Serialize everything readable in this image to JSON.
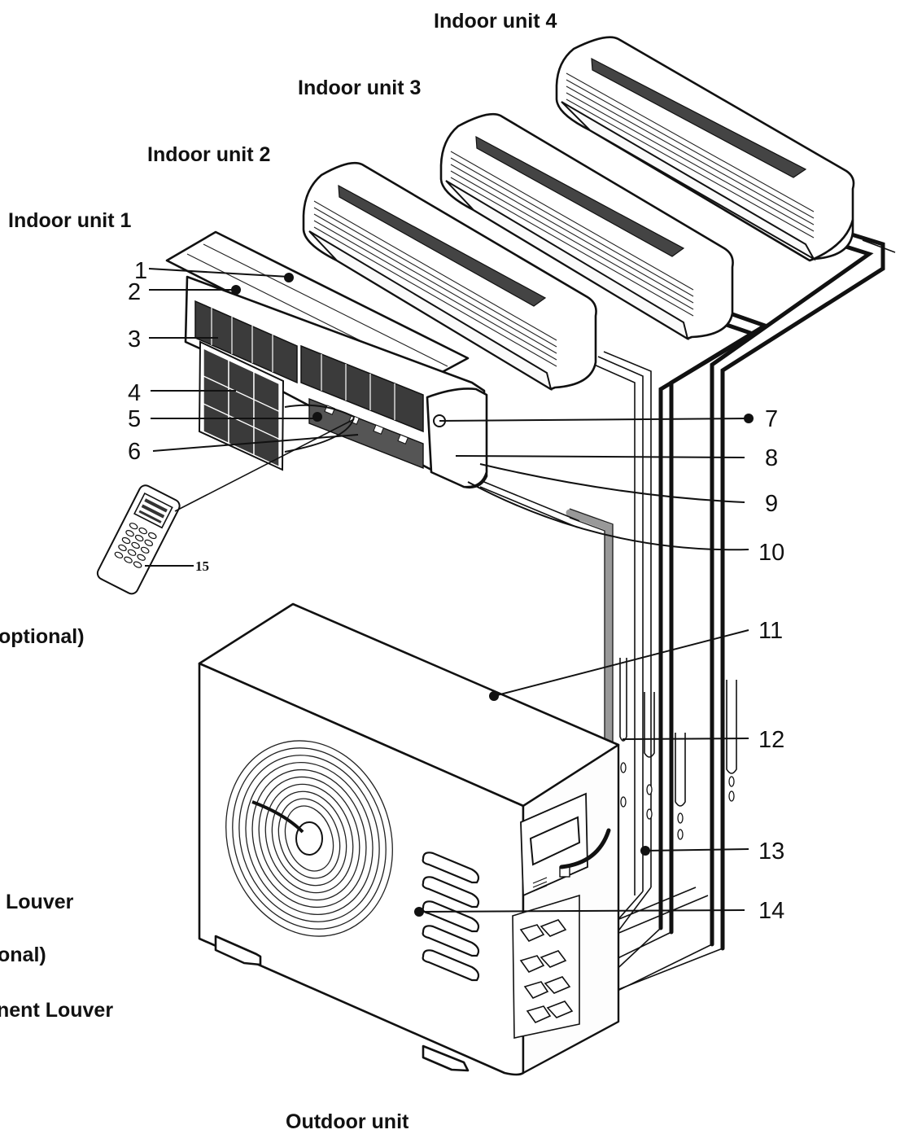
{
  "titles": {
    "indoor_unit_1": "Indoor unit 1",
    "indoor_unit_2": "Indoor unit 2",
    "indoor_unit_3": "Indoor unit 3",
    "indoor_unit_4": "Indoor unit 4",
    "outdoor_unit": "Outdoor unit"
  },
  "callouts": {
    "c1": "1",
    "c2": "2",
    "c3": "3",
    "c4": "4",
    "c5": "5",
    "c6": "6",
    "c7": "7",
    "c8": "8",
    "c9": "9",
    "c10": "10",
    "c11": "11",
    "c12": "12",
    "c13": "13",
    "c14": "14",
    "c15": "15"
  },
  "clipped_text": {
    "optional": "optional)",
    "louver": "Louver",
    "onal": "onal)",
    "ment_louver": "nent Louver"
  }
}
